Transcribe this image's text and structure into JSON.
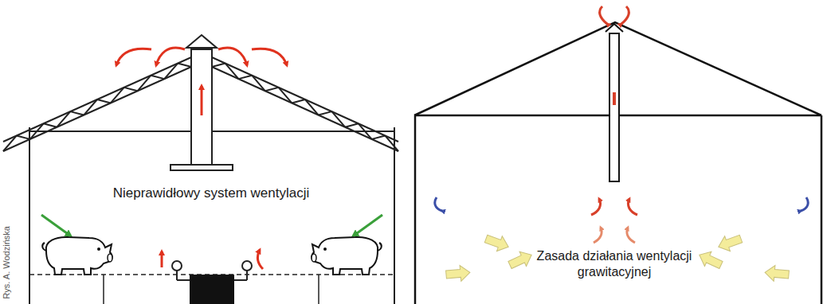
{
  "diagram": {
    "labels": [
      "Rys. A. Wodzińska",
      "Nieprawidłowy system wentylacji",
      "Zasada działania wentylacji grawitacyjnej"
    ]
  }
}
